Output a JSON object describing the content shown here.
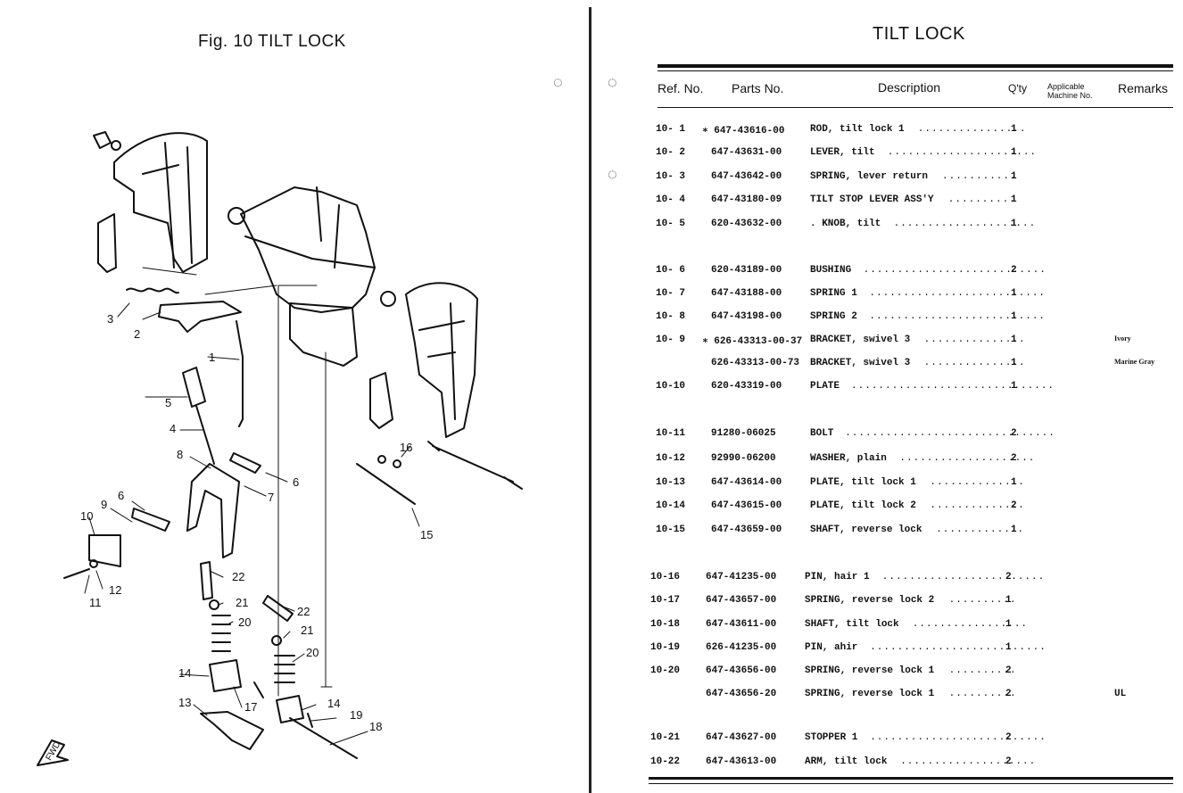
{
  "figure": {
    "title": "Fig. 10 TILT LOCK",
    "callouts": [
      "1",
      "2",
      "3",
      "4",
      "5",
      "6",
      "6",
      "7",
      "8",
      "9",
      "10",
      "11",
      "12",
      "13",
      "14",
      "14",
      "15",
      "16",
      "17",
      "18",
      "19",
      "20",
      "20",
      "21",
      "21",
      "22",
      "22"
    ],
    "fwd_label": "FWD"
  },
  "parts_list": {
    "title": "TILT LOCK",
    "headers": {
      "ref_no": "Ref. No.",
      "parts_no": "Parts No.",
      "description": "Description",
      "qty": "Q'ty",
      "applicable_line1": "Applicable",
      "applicable_line2": "Machine No.",
      "remarks": "Remarks"
    },
    "rows": [
      {
        "ref": "10- 1",
        "part": "∗ 647-43616-00",
        "desc": "ROD, tilt lock 1",
        "qty": "1",
        "remarks": ""
      },
      {
        "ref": "10- 2",
        "part": "647-43631-00",
        "desc": "LEVER, tilt",
        "qty": "1",
        "remarks": ""
      },
      {
        "ref": "10- 3",
        "part": "647-43642-00",
        "desc": "SPRING, lever return",
        "qty": "1",
        "remarks": ""
      },
      {
        "ref": "10- 4",
        "part": "647-43180-09",
        "desc": "TILT STOP LEVER ASS'Y",
        "qty": "1",
        "remarks": ""
      },
      {
        "ref": "10- 5",
        "part": "620-43632-00",
        "desc": ". KNOB, tilt",
        "qty": "1",
        "remarks": ""
      },
      {
        "ref": "10- 6",
        "part": "620-43189-00",
        "desc": "BUSHING",
        "qty": "2",
        "remarks": ""
      },
      {
        "ref": "10- 7",
        "part": "647-43188-00",
        "desc": "SPRING 1",
        "qty": "1",
        "remarks": ""
      },
      {
        "ref": "10- 8",
        "part": "647-43198-00",
        "desc": "SPRING 2",
        "qty": "1",
        "remarks": ""
      },
      {
        "ref": "10- 9",
        "part": "∗ 626-43313-00-37",
        "desc": "BRACKET, swivel 3",
        "qty": "1",
        "remarks": "Ivory"
      },
      {
        "ref": "",
        "part": "626-43313-00-73",
        "desc": "BRACKET, swivel 3",
        "qty": "1",
        "remarks": "Marine Gray"
      },
      {
        "ref": "10-10",
        "part": "620-43319-00",
        "desc": "PLATE",
        "qty": "1",
        "remarks": ""
      },
      {
        "ref": "10-11",
        "part": "91280-06025",
        "desc": "BOLT",
        "qty": "2",
        "remarks": ""
      },
      {
        "ref": "10-12",
        "part": "92990-06200",
        "desc": "WASHER, plain",
        "qty": "2",
        "remarks": ""
      },
      {
        "ref": "10-13",
        "part": "647-43614-00",
        "desc": "PLATE, tilt lock 1",
        "qty": "1",
        "remarks": ""
      },
      {
        "ref": "10-14",
        "part": "647-43615-00",
        "desc": "PLATE, tilt lock 2",
        "qty": "2",
        "remarks": ""
      },
      {
        "ref": "10-15",
        "part": "647-43659-00",
        "desc": "SHAFT, reverse lock",
        "qty": "1",
        "remarks": ""
      },
      {
        "ref": "10-16",
        "part": "647-41235-00",
        "desc": "PIN, hair 1",
        "qty": "2",
        "remarks": ""
      },
      {
        "ref": "10-17",
        "part": "647-43657-00",
        "desc": "SPRING, reverse lock 2",
        "qty": "1",
        "remarks": ""
      },
      {
        "ref": "10-18",
        "part": "647-43611-00",
        "desc": "SHAFT, tilt lock",
        "qty": "1",
        "remarks": ""
      },
      {
        "ref": "10-19",
        "part": "626-41235-00",
        "desc": "PIN, ahir",
        "qty": "1",
        "remarks": ""
      },
      {
        "ref": "10-20",
        "part": "647-43656-00",
        "desc": "SPRING, reverse lock 1",
        "qty": "2",
        "remarks": ""
      },
      {
        "ref": "",
        "part": "647-43656-20",
        "desc": "SPRING, reverse lock 1",
        "qty": "2",
        "remarks": "UL"
      },
      {
        "ref": "10-21",
        "part": "647-43627-00",
        "desc": "STOPPER 1",
        "qty": "2",
        "remarks": ""
      },
      {
        "ref": "10-22",
        "part": "647-43613-00",
        "desc": "ARM, tilt lock",
        "qty": "2",
        "remarks": ""
      }
    ]
  }
}
